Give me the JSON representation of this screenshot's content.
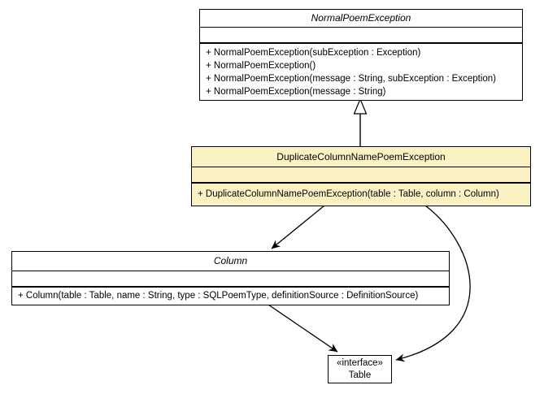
{
  "diagram": {
    "kind": "uml-class-diagram",
    "colors": {
      "background": "#ffffff",
      "class_fill": "#ffffff",
      "highlight_fill": "#fbf2c4",
      "border": "#000000",
      "text": "#000000"
    },
    "classes": [
      {
        "name": "NormalPoemException",
        "abstract": true,
        "attributes": [],
        "methods": [
          "+ NormalPoemException(subException : Exception)",
          "+ NormalPoemException()",
          "+ NormalPoemException(message : String, subException : Exception)",
          "+ NormalPoemException(message : String)"
        ]
      },
      {
        "name": "DuplicateColumnNamePoemException",
        "abstract": false,
        "highlighted": true,
        "attributes": [],
        "methods": [
          "+ DuplicateColumnNamePoemException(table : Table, column : Column)"
        ]
      },
      {
        "name": "Column",
        "abstract": true,
        "attributes": [],
        "methods": [
          "+ Column(table : Table, name : String, type : SQLPoemType, definitionSource : DefinitionSource)"
        ]
      },
      {
        "stereotype": "«interface»",
        "name": "Table",
        "abstract": false,
        "attributes": [],
        "methods": []
      }
    ],
    "relations": [
      {
        "type": "generalization",
        "from": "DuplicateColumnNamePoemException",
        "to": "NormalPoemException"
      },
      {
        "type": "association",
        "from": "DuplicateColumnNamePoemException",
        "to": "Column"
      },
      {
        "type": "association",
        "from": "Column",
        "to": "Table"
      },
      {
        "type": "association",
        "from": "DuplicateColumnNamePoemException",
        "to": "Table"
      }
    ]
  }
}
